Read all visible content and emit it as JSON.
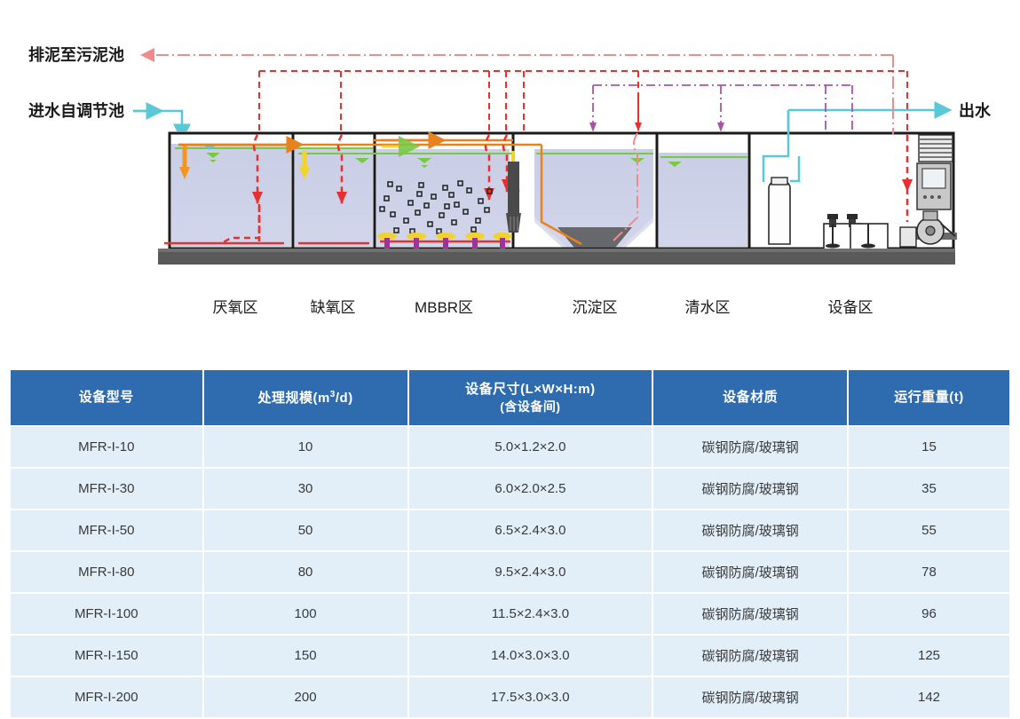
{
  "diagram": {
    "title": "MBBR integrated wastewater treatment unit process diagram",
    "labels": {
      "sludge_out": "排泥至污泥池",
      "influent": "进水自调节池",
      "effluent": "出水"
    },
    "zones": [
      {
        "id": "anaerobic",
        "label": "厌氧区"
      },
      {
        "id": "anoxic",
        "label": "缺氧区"
      },
      {
        "id": "mbbr",
        "label": "MBBR区"
      },
      {
        "id": "sedimentation",
        "label": "沉淀区"
      },
      {
        "id": "clearwater",
        "label": "清水区"
      },
      {
        "id": "equipment",
        "label": "设备区"
      }
    ],
    "colors": {
      "water_pipe": "#5bc8d8",
      "air_pipe": "#e8302f",
      "sludge_pipe": "#e8821e",
      "dosing_pipe": "#a855a8",
      "water_level": "#7ac943",
      "tank_fill": "#c5cbe4",
      "base": "#5a5a5a",
      "outline": "#1a1a1a"
    }
  },
  "table": {
    "headers": [
      {
        "main": "设备型号",
        "sub": ""
      },
      {
        "main": "处理规模(m³/d)",
        "sub": ""
      },
      {
        "main": "设备尺寸(L×W×H:m)",
        "sub": "(含设备间)"
      },
      {
        "main": "设备材质",
        "sub": ""
      },
      {
        "main": "运行重量(t)",
        "sub": ""
      }
    ],
    "rows": [
      {
        "model": "MFR-I-10",
        "capacity": "10",
        "size": "5.0×1.2×2.0",
        "material": "碳钢防腐/玻璃钢",
        "weight": "15"
      },
      {
        "model": "MFR-I-30",
        "capacity": "30",
        "size": "6.0×2.0×2.5",
        "material": "碳钢防腐/玻璃钢",
        "weight": "35"
      },
      {
        "model": "MFR-I-50",
        "capacity": "50",
        "size": "6.5×2.4×3.0",
        "material": "碳钢防腐/玻璃钢",
        "weight": "55"
      },
      {
        "model": "MFR-I-80",
        "capacity": "80",
        "size": "9.5×2.4×3.0",
        "material": "碳钢防腐/玻璃钢",
        "weight": "78"
      },
      {
        "model": "MFR-I-100",
        "capacity": "100",
        "size": "11.5×2.4×3.0",
        "material": "碳钢防腐/玻璃钢",
        "weight": "96"
      },
      {
        "model": "MFR-I-150",
        "capacity": "150",
        "size": "14.0×3.0×3.0",
        "material": "碳钢防腐/玻璃钢",
        "weight": "125"
      },
      {
        "model": "MFR-I-200",
        "capacity": "200",
        "size": "17.5×3.0×3.0",
        "material": "碳钢防腐/玻璃钢",
        "weight": "142"
      }
    ]
  }
}
